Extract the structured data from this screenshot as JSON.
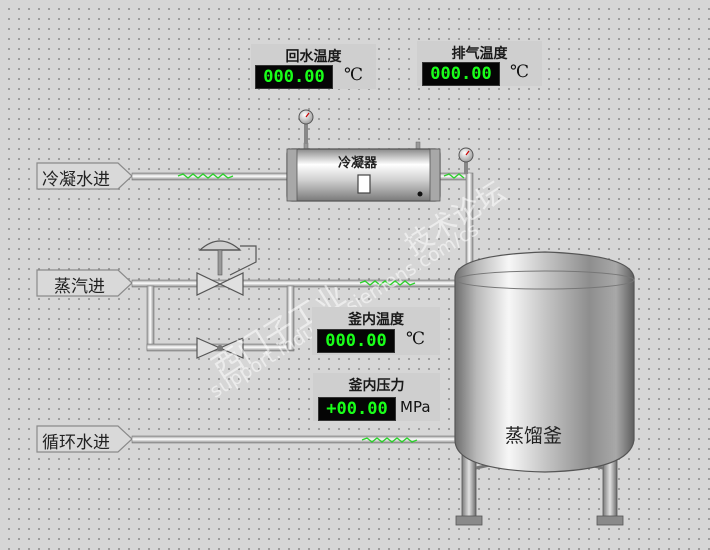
{
  "inputs": {
    "cooling_water_in": "冷凝水进",
    "steam_in": "蒸汽进",
    "circulating_water_in": "循环水进"
  },
  "condenser": {
    "label": "冷凝器"
  },
  "tank": {
    "label": "蒸馏釜"
  },
  "panels": {
    "return_water_temp": {
      "title": "回水温度",
      "value": "000.00",
      "unit": "℃"
    },
    "exhaust_temp": {
      "title": "排气温度",
      "value": "000.00",
      "unit": "℃"
    },
    "tank_temp": {
      "title": "釜内温度",
      "value": "000.00",
      "unit": "℃"
    },
    "tank_pressure": {
      "title": "釜内压力",
      "value": "+00.00",
      "unit": "MPa"
    }
  },
  "watermark": {
    "line1": "西门子工业",
    "line2": "support.industry.siemens.com/cs",
    "line3": "技术论坛"
  },
  "colors": {
    "background": "#d6d6d6",
    "readout_bg": "#050505",
    "readout_text": "#19ff19",
    "panel_bg": "#cfcfcf"
  }
}
